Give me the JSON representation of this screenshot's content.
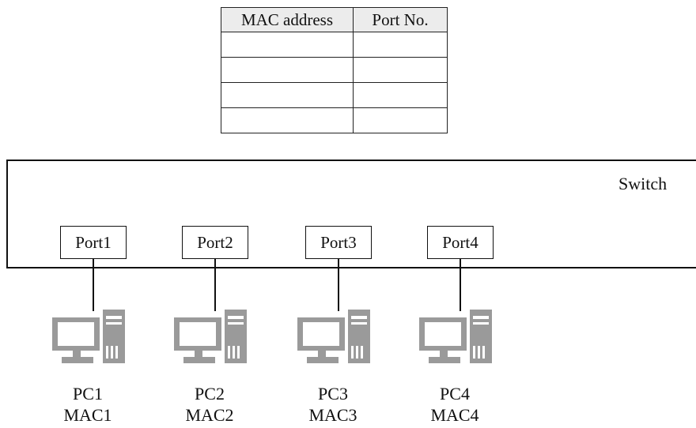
{
  "table": {
    "headers": [
      "MAC address",
      "Port No."
    ],
    "rows": [
      [
        "",
        ""
      ],
      [
        "",
        ""
      ],
      [
        "",
        ""
      ],
      [
        "",
        ""
      ]
    ]
  },
  "switch": {
    "label": "Switch"
  },
  "ports": [
    {
      "label": "Port1"
    },
    {
      "label": "Port2"
    },
    {
      "label": "Port3"
    },
    {
      "label": "Port4"
    }
  ],
  "pcs": [
    {
      "name": "PC1",
      "mac": "MAC1",
      "icon": "computer-icon"
    },
    {
      "name": "PC2",
      "mac": "MAC2",
      "icon": "computer-icon"
    },
    {
      "name": "PC3",
      "mac": "MAC3",
      "icon": "computer-icon"
    },
    {
      "name": "PC4",
      "mac": "MAC4",
      "icon": "computer-icon"
    }
  ],
  "colors": {
    "line": "#111111",
    "icon": "#9a9a9a",
    "header_bg": "#ececec"
  }
}
